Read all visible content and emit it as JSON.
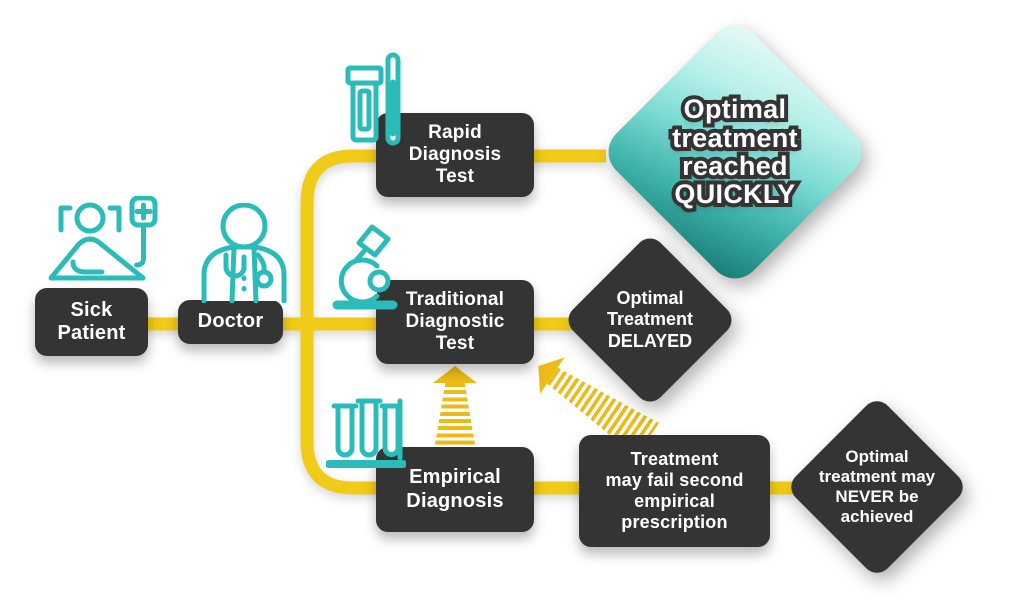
{
  "flow": {
    "sick_patient": {
      "label": "Sick\nPatient",
      "icon": "patient-in-bed-icon"
    },
    "doctor": {
      "label": "Doctor",
      "icon": "doctor-icon"
    },
    "rapid_test": {
      "label": "Rapid\nDiagnosis\nTest",
      "icon": "swab-test-icon"
    },
    "traditional_test": {
      "label": "Traditional\nDiagnostic\nTest",
      "icon": "microscope-icon"
    },
    "empirical_diagnosis": {
      "label": "Empirical\nDiagnosis",
      "icon": "test-tubes-icon"
    },
    "treatment_fail": {
      "label": "Treatment\nmay fail second\nempirical\nprescription"
    },
    "outcome_quickly": {
      "label": "Optimal\ntreatment\nreached\nQUICKLY"
    },
    "outcome_delayed": {
      "label": "Optimal\nTreatment\nDELAYED"
    },
    "outcome_never": {
      "label": "Optimal\ntreatment may\nNEVER be\nachieved"
    }
  },
  "colors": {
    "connector_yellow": "#F0CB17",
    "arrow_yellow": "#ECBB17",
    "node_dark": "#343434",
    "icon_teal": "#2BBCB9",
    "outcome_teal_light": "#EAFBF9",
    "outcome_teal_dark": "#157A72",
    "text_white": "#FFFFFF"
  }
}
